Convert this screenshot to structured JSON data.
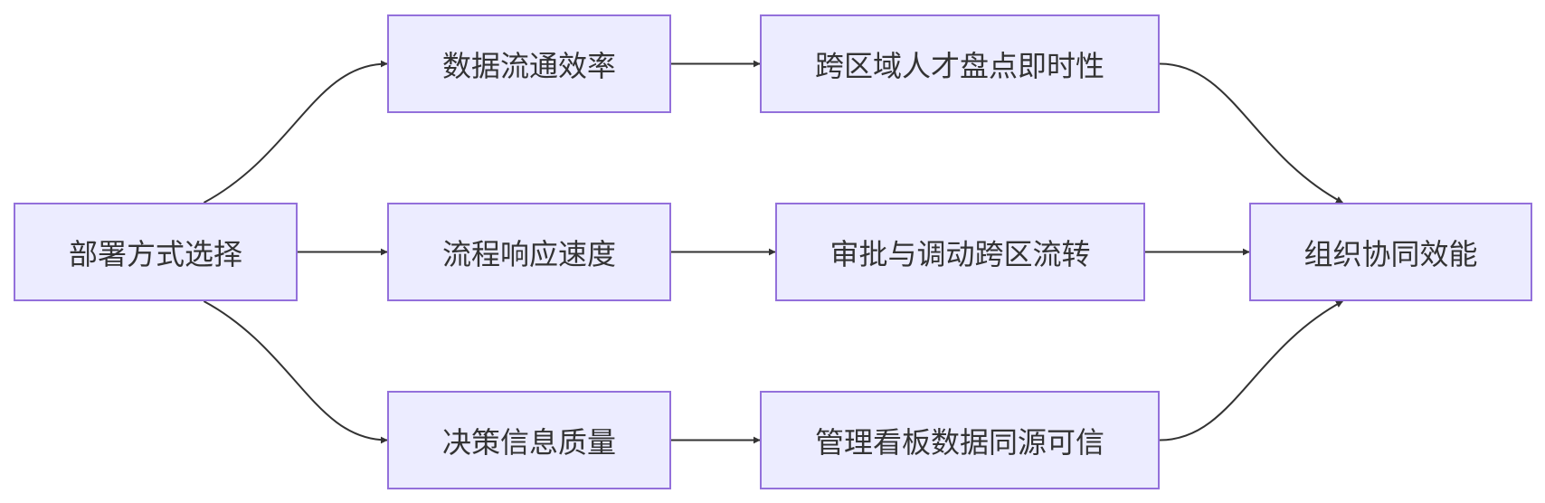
{
  "colors": {
    "node_fill": "#ececff",
    "node_border": "#9370db",
    "text": "#333333",
    "edge": "#333333"
  },
  "nodes": {
    "deployment": {
      "label": "部署方式选择"
    },
    "data_flow": {
      "label": "数据流通效率"
    },
    "process_response": {
      "label": "流程响应速度"
    },
    "decision_quality": {
      "label": "决策信息质量"
    },
    "talent_inventory": {
      "label": "跨区域人才盘点即时性"
    },
    "approval_transfer": {
      "label": "审批与调动跨区流转"
    },
    "dashboard_trust": {
      "label": "管理看板数据同源可信"
    },
    "org_synergy": {
      "label": "组织协同效能"
    }
  },
  "edges": [
    {
      "from": "deployment",
      "to": "data_flow"
    },
    {
      "from": "deployment",
      "to": "process_response"
    },
    {
      "from": "deployment",
      "to": "decision_quality"
    },
    {
      "from": "data_flow",
      "to": "talent_inventory"
    },
    {
      "from": "process_response",
      "to": "approval_transfer"
    },
    {
      "from": "decision_quality",
      "to": "dashboard_trust"
    },
    {
      "from": "talent_inventory",
      "to": "org_synergy"
    },
    {
      "from": "approval_transfer",
      "to": "org_synergy"
    },
    {
      "from": "dashboard_trust",
      "to": "org_synergy"
    }
  ]
}
